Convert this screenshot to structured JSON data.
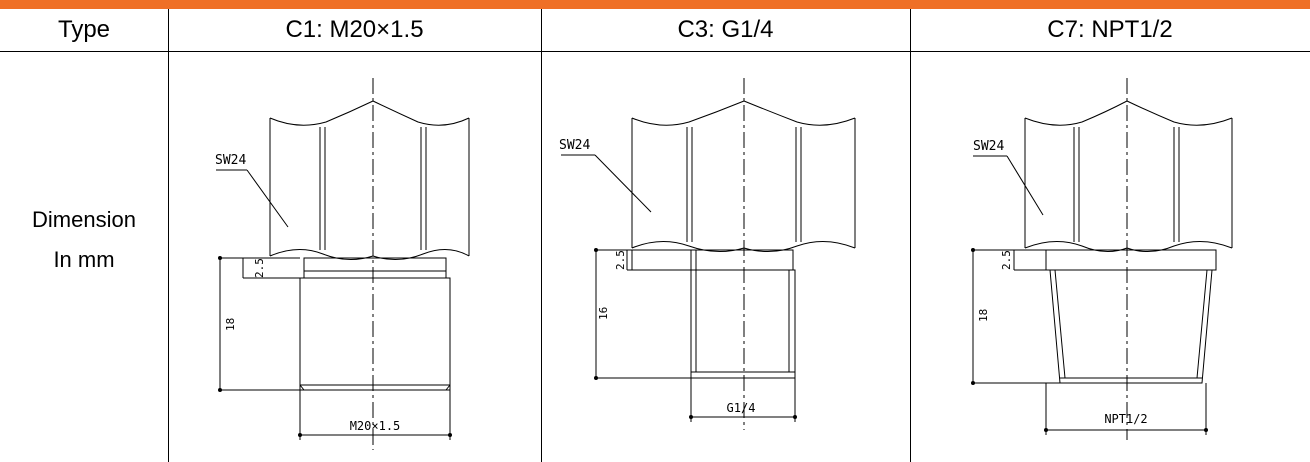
{
  "table": {
    "header": {
      "type": "Type",
      "c1": "C1: M20×1.5",
      "c3": "C3: G1/4",
      "c7": "C7: NPT1/2"
    },
    "row_label": {
      "line1": "Dimension",
      "line2": "In mm"
    }
  },
  "drawings": {
    "c1": {
      "wrench": "SW24",
      "dim_a": "2.5",
      "dim_b": "18",
      "thread": "M20×1.5"
    },
    "c3": {
      "wrench": "SW24",
      "dim_a": "2.5",
      "dim_b": "16",
      "thread": "G1/4"
    },
    "c7": {
      "wrench": "SW24",
      "dim_a": "2.5",
      "dim_b": "18",
      "thread": "NPT1/2"
    }
  },
  "colors": {
    "accent_bar": "#ef7026"
  }
}
